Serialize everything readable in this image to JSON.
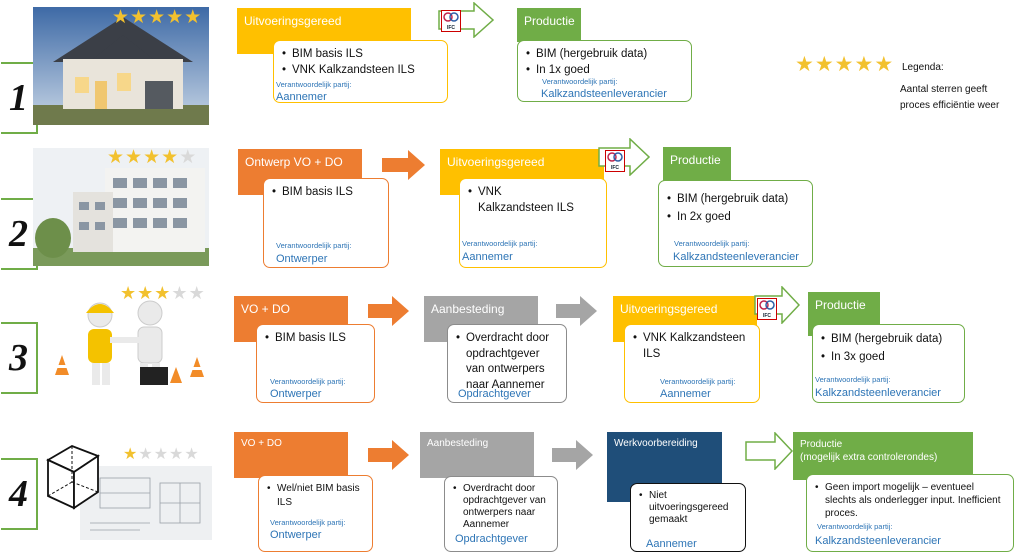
{
  "legend": {
    "title": "Legenda:",
    "text": "Aantal sterren geeft proces efficiëntie weer",
    "stars": 5
  },
  "colors": {
    "orange": "#ed7d31",
    "yellow": "#ffc000",
    "gray": "#a5a5a5",
    "green": "#70ad47",
    "navy": "#1f4e79",
    "star": "#f2c12e",
    "link_blue": "#2e75b6"
  },
  "resp_label": "Verantwoordelijk partij:",
  "ifc_label": "IFC",
  "rows": [
    {
      "number": "1",
      "stars_filled": 5,
      "illustration": "house-photo",
      "phases": [
        {
          "header": "Uitvoeringsgereed",
          "items": [
            "BIM basis ILS",
            "VNK Kalkzandsteen ILS"
          ],
          "party": "Aannemer"
        },
        {
          "header": "Productie",
          "items": [
            "BIM (hergebruik data)",
            "In 1x goed"
          ],
          "party": "Kalkzandsteenleverancier"
        }
      ]
    },
    {
      "number": "2",
      "stars_filled": 4,
      "illustration": "apartment-building-photo",
      "phases": [
        {
          "header": "Ontwerp VO + DO",
          "items": [
            "BIM basis ILS"
          ],
          "party": "Ontwerper"
        },
        {
          "header": "Uitvoeringsgereed",
          "items": [
            "VNK Kalkzandsteen ILS"
          ],
          "party": "Aannemer"
        },
        {
          "header": "Productie",
          "items": [
            "BIM (hergebruik data)",
            "In 2x goed"
          ],
          "party": "Kalkzandsteenleverancier"
        }
      ]
    },
    {
      "number": "3",
      "stars_filled": 3,
      "illustration": "handshake-figures",
      "phases": [
        {
          "header": "VO + DO",
          "items": [
            "BIM basis ILS"
          ],
          "party": "Ontwerper"
        },
        {
          "header": "Aanbesteding",
          "items": [
            "Overdracht door opdrachtgever van ontwerpers naar Aannemer"
          ],
          "party": "Opdrachtgever"
        },
        {
          "header": "Uitvoeringsgereed",
          "items": [
            "VNK Kalkzandsteen ILS"
          ],
          "party": "Aannemer"
        },
        {
          "header": "Productie",
          "items": [
            "BIM (hergebruik data)",
            "In 3x goed"
          ],
          "party": "Kalkzandsteenleverancier"
        }
      ]
    },
    {
      "number": "4",
      "stars_filled": 1,
      "illustration": "blueprint-cube",
      "phases": [
        {
          "header": "VO + DO",
          "items": [
            "Wel/niet BIM basis ILS"
          ],
          "party": "Ontwerper"
        },
        {
          "header": "Aanbesteding",
          "items": [
            "Overdracht door opdrachtgever  van ontwerpers naar Aannemer"
          ],
          "party": "Opdrachtgever"
        },
        {
          "header": "Werkvoorbereiding",
          "items": [
            "Niet uitvoeringsgereed gemaakt"
          ],
          "party": "Aannemer"
        },
        {
          "header": "Productie",
          "subheader": "(mogelijk extra controlerondes)",
          "items": [
            "Geen import mogelijk – eventueel slechts als onderlegger input. Inefficient proces."
          ],
          "party": "Kalkzandsteenleverancier"
        }
      ]
    }
  ]
}
